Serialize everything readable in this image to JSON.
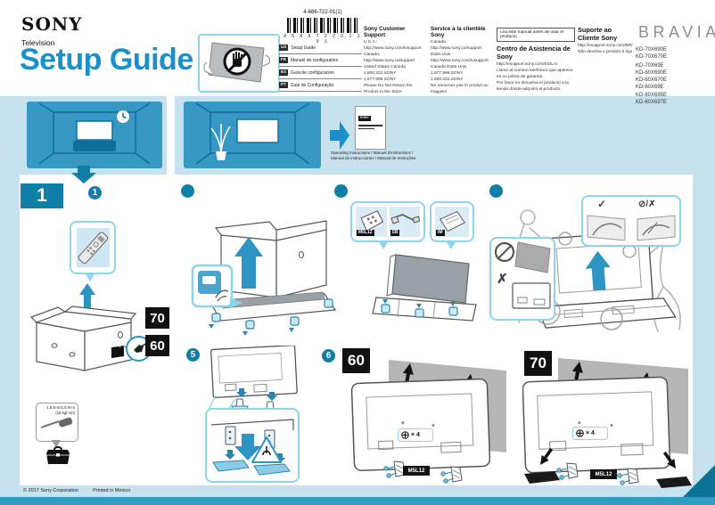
{
  "header": {
    "brand": "SONY",
    "category": "Television",
    "title": "Setup Guide",
    "part_number": "4-686-722-01(1)",
    "barcode_digits": "4 6 8 6 7 2 2 0 1 1 0 1"
  },
  "languages": [
    {
      "code": "US",
      "label": "Setup Guide"
    },
    {
      "code": "FR",
      "label": "Manuel de configuration"
    },
    {
      "code": "ES",
      "label": "Guía de configuración"
    },
    {
      "code": "PT",
      "label": "Guia de Configuração"
    }
  ],
  "support": {
    "en": {
      "title": "Sony Customer Support",
      "lines": [
        "U.S.A.:",
        "http://www.sony.com/tvsupport",
        "Canada:",
        "http://www.sony.ca/support",
        "United States    Canada",
        "1.800.222.SONY  1.877.899.SONY",
        "Please Do Not Return the Product to the Store"
      ]
    },
    "fr": {
      "title": "Service à la clientèle Sony",
      "lines": [
        "Canada :",
        "http://www.sony.ca/support",
        "États-Unis :",
        "http://www.sony.com/tvsupport",
        "Canada    États-Unis",
        "1.877.899.SONY  1.800.222.SONY",
        "Ne retournez pas le produit au magasin"
      ]
    },
    "es": {
      "notice": "Lea este manual antes de usar el producto",
      "title": "Centro de Asistencia de Sony",
      "lines": [
        "http://esupport.sony.com/ES/LA/",
        "Llame al número telefónico que aparece en su póliza de garantía.",
        "Por favor no devuelva el producto a la tienda donde adquirió el producto."
      ]
    },
    "pt": {
      "title": "Suporte ao Cliente Sony",
      "lines": [
        "http://esupport.sony.com/BR/",
        "Não devolva o produto à loja"
      ]
    }
  },
  "bravia": {
    "logo": "BRAVIA",
    "models": [
      "KD-70X690E",
      "KD-70X670E",
      "KD-70X69E",
      "KD-60X690E",
      "KD-60X670E",
      "KD-60X69E",
      "KD-60X695E",
      "KD-60X697E"
    ]
  },
  "band": {
    "booklet_label": "SONY",
    "caption_line1": "Operating Instructions / Manuel d'instructions /",
    "caption_line2": "Manual de instrucciones / Manual de Instruções"
  },
  "section1": {
    "number": "1",
    "step1": "1",
    "step5": "5",
    "step6": "6"
  },
  "badges": {
    "size70": "70",
    "size60": "60",
    "screws": "M5L12",
    "stand": "SB",
    "manual": "IM"
  },
  "marks": {
    "check": "✓",
    "cross": "✗",
    "no_cross": "⊘/✗",
    "screw_count": "× 4"
  },
  "torque": {
    "line1": "1.5 N·m/1.5 N·m",
    "line2": "(15 kgf·cm)"
  },
  "footer": {
    "copyright": "© 2017 Sony Corporation",
    "printed": "Printed in Mexico"
  }
}
